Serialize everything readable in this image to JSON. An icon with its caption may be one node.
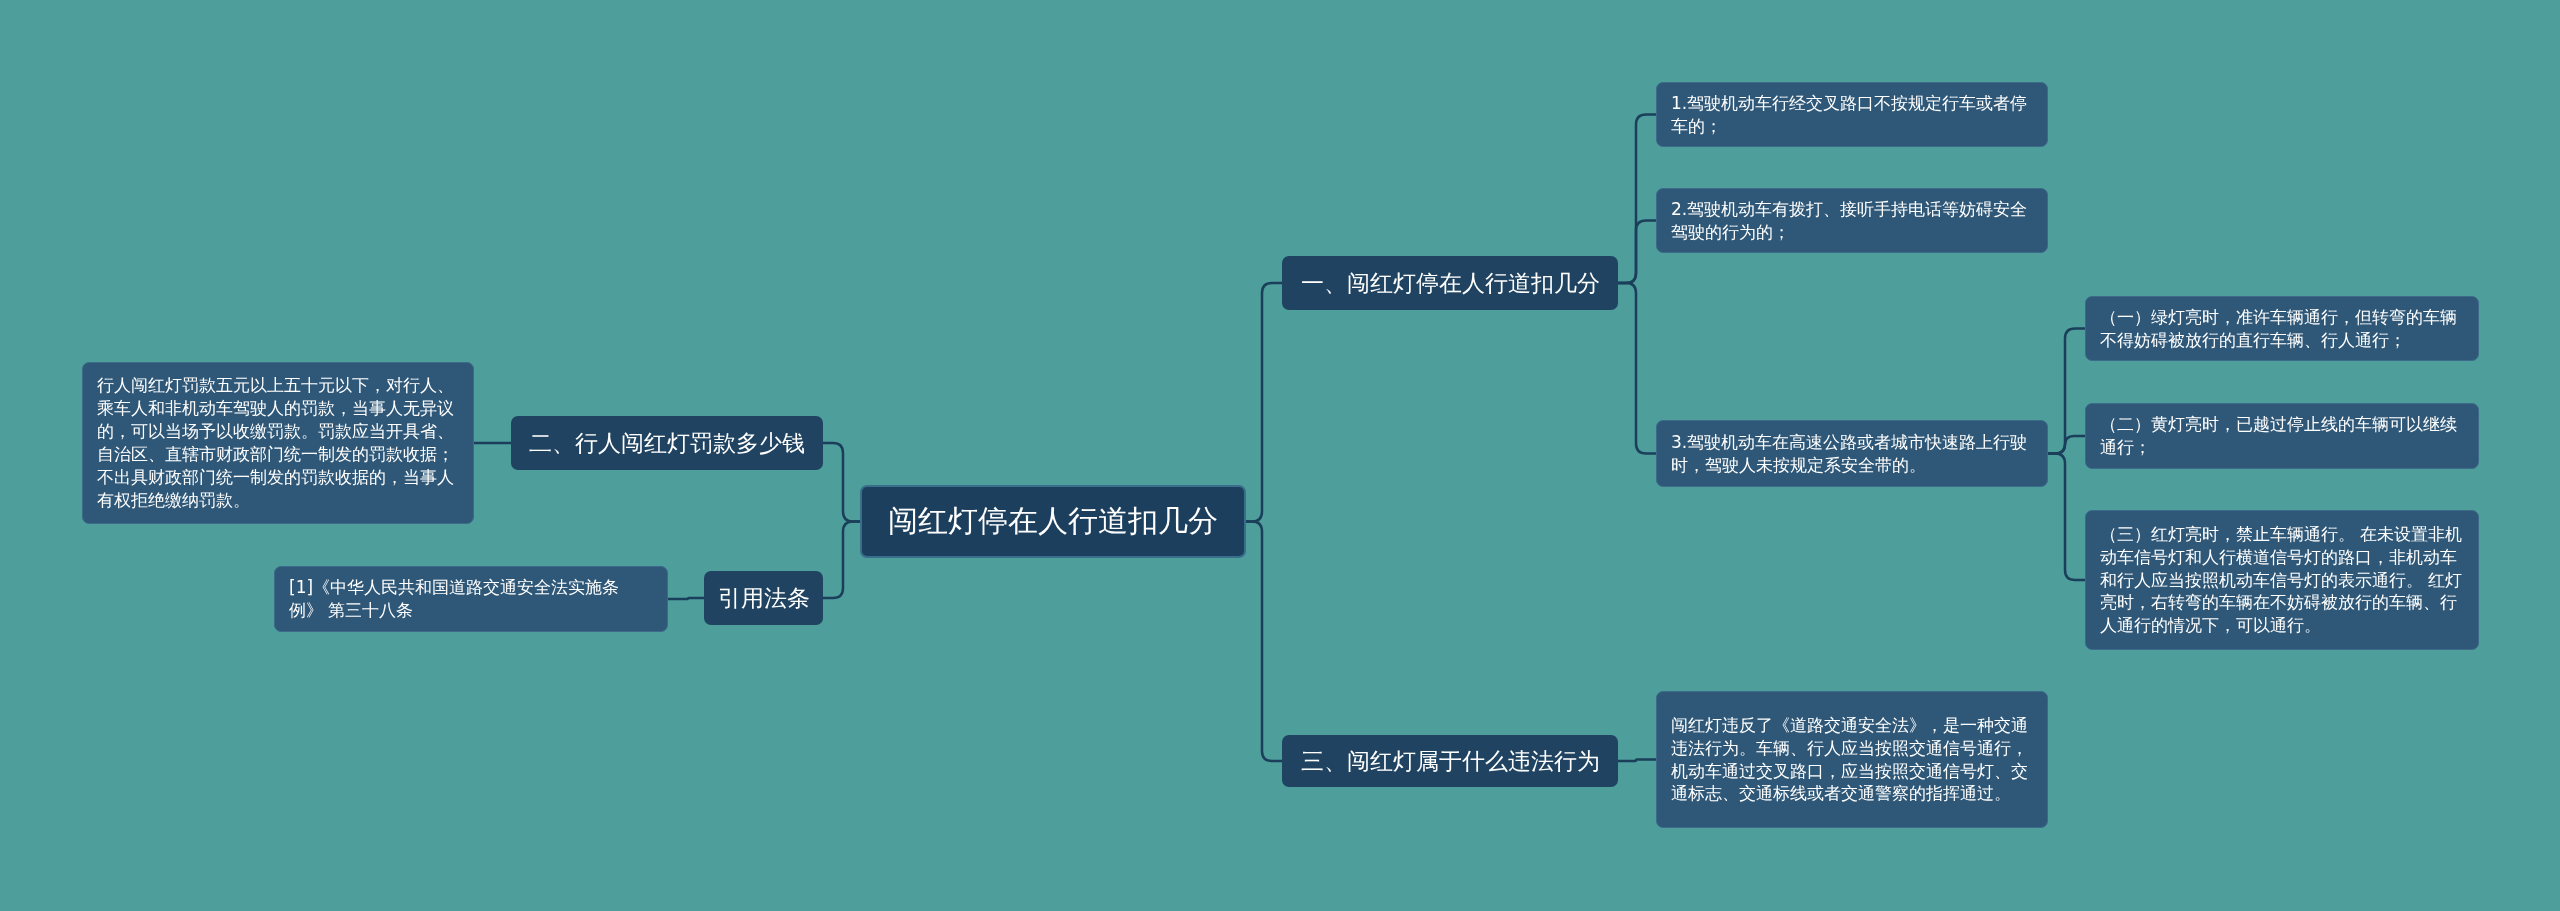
{
  "diagram": {
    "nodes": [
      {
        "text": [
          "闯红灯停在人行道扣几分"
        ]
      },
      {
        "text": [
          "一、闯红灯停在人行道扣几分"
        ]
      },
      {
        "text": [
          "1.驾驶机动车行经交叉路口不按规定行车或者停车的；"
        ]
      },
      {
        "text": [
          "2.驾驶机动车有拨打、接听手持电话等妨碍安全驾驶的行为的；"
        ]
      },
      {
        "text": [
          "3.驾驶机动车在高速公路或者城市快速路上行驶时，驾驶人未按规定系安全带的。"
        ]
      },
      {
        "text": [
          "（一）绿灯亮时，准许车辆通行，但转弯的车辆不得妨碍被放行的直行车辆、行人通行；"
        ]
      },
      {
        "text": [
          "（二）黄灯亮时，已越过停止线的车辆可以继续通行；"
        ]
      },
      {
        "text": [
          "（三）红灯亮时，禁止车辆通行。 在未设置非机动车信号灯和人行横道信号灯的路口，非机动车和行人应当按照机动车信号灯的表示通行。 红灯亮时，右转弯的车辆在不妨碍被放行的车辆、行人通行的情况下，可以通行。"
        ]
      },
      {
        "text": [
          "三、闯红灯属于什么违法行为"
        ]
      },
      {
        "text": [
          "闯红灯违反了《道路交通安全法》，是一种交通违法行为。车辆、行人应当按照交通信号通行，机动车通过交叉路口，应当按照交通信号灯、交通标志、交通标线或者交通警察的指挥通过。"
        ]
      },
      {
        "text": [
          "二、行人闯红灯罚款多少钱"
        ]
      },
      {
        "text": [
          "行人闯红灯罚款五元以上五十元以下，对行人、乘车人和非机动车驾驶人的罚款，当事人无异议的，可以当场予以收缴罚款。罚款应当开具省、自治区、直辖市财政部门统一制发的罚款收据；不出具财政部门统一制发的罚款收据的，当事人有权拒绝缴纳罚款。"
        ]
      },
      {
        "text": [
          "引用法条"
        ]
      },
      {
        "text": [
          "[1]《中华人民共和国道路交通安全法实施条例》 第三十八条"
        ]
      }
    ],
    "edges": [
      {
        "from": 0,
        "to": 1,
        "arrow": "none"
      },
      {
        "from": 1,
        "to": 2,
        "arrow": "none"
      },
      {
        "from": 1,
        "to": 3,
        "arrow": "none"
      },
      {
        "from": 1,
        "to": 4,
        "arrow": "none"
      },
      {
        "from": 4,
        "to": 5,
        "arrow": "none"
      },
      {
        "from": 4,
        "to": 6,
        "arrow": "none"
      },
      {
        "from": 4,
        "to": 7,
        "arrow": "none"
      },
      {
        "from": 0,
        "to": 8,
        "arrow": "none"
      },
      {
        "from": 8,
        "to": 9,
        "arrow": "none"
      },
      {
        "from": 0,
        "to": 10,
        "arrow": "none"
      },
      {
        "from": 10,
        "to": 11,
        "arrow": "none"
      },
      {
        "from": 0,
        "to": 12,
        "arrow": "none"
      },
      {
        "from": 12,
        "to": 13,
        "arrow": "none"
      }
    ]
  }
}
